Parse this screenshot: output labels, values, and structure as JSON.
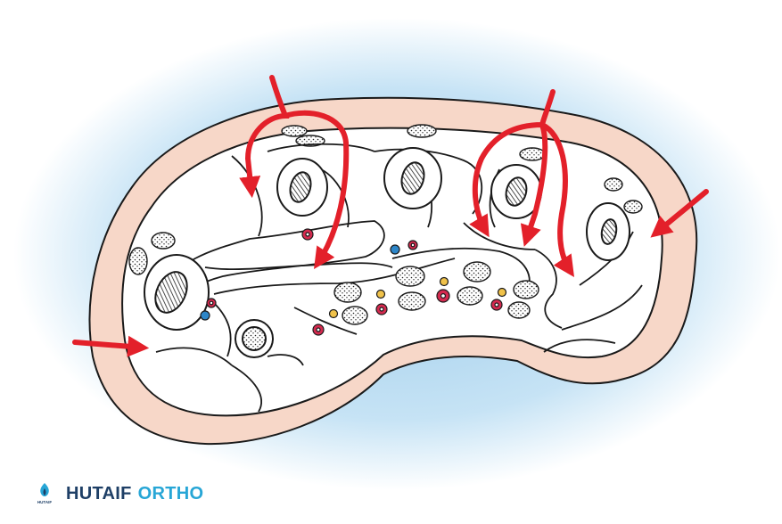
{
  "brand": {
    "name_primary": "HUTAIF",
    "name_secondary": "ORTHO",
    "logo_text": "HUTAIF",
    "primary_color": "#1e3f66",
    "accent_color": "#27a6d6"
  },
  "colors": {
    "background_glow": "#b9dcf2",
    "skin": "#f7d7c8",
    "outline": "#1a1a1a",
    "arrow": "#e3202a",
    "artery": "#d42a4f",
    "vein": "#2d86c8",
    "nerve": "#f0c24a"
  }
}
